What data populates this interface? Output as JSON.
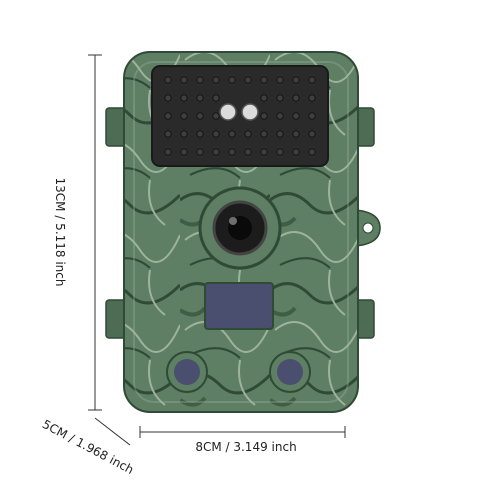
{
  "product": {
    "name": "trail-camera",
    "body_color": "#5e7f63",
    "camo_dark": "#2f4a35",
    "camo_light": "#9db39d"
  },
  "dimensions": {
    "height_label": "13CM / 5.118 inch",
    "width_label": "8CM / 3.149 inch",
    "depth_label": "5CM / 1.968 inch"
  }
}
